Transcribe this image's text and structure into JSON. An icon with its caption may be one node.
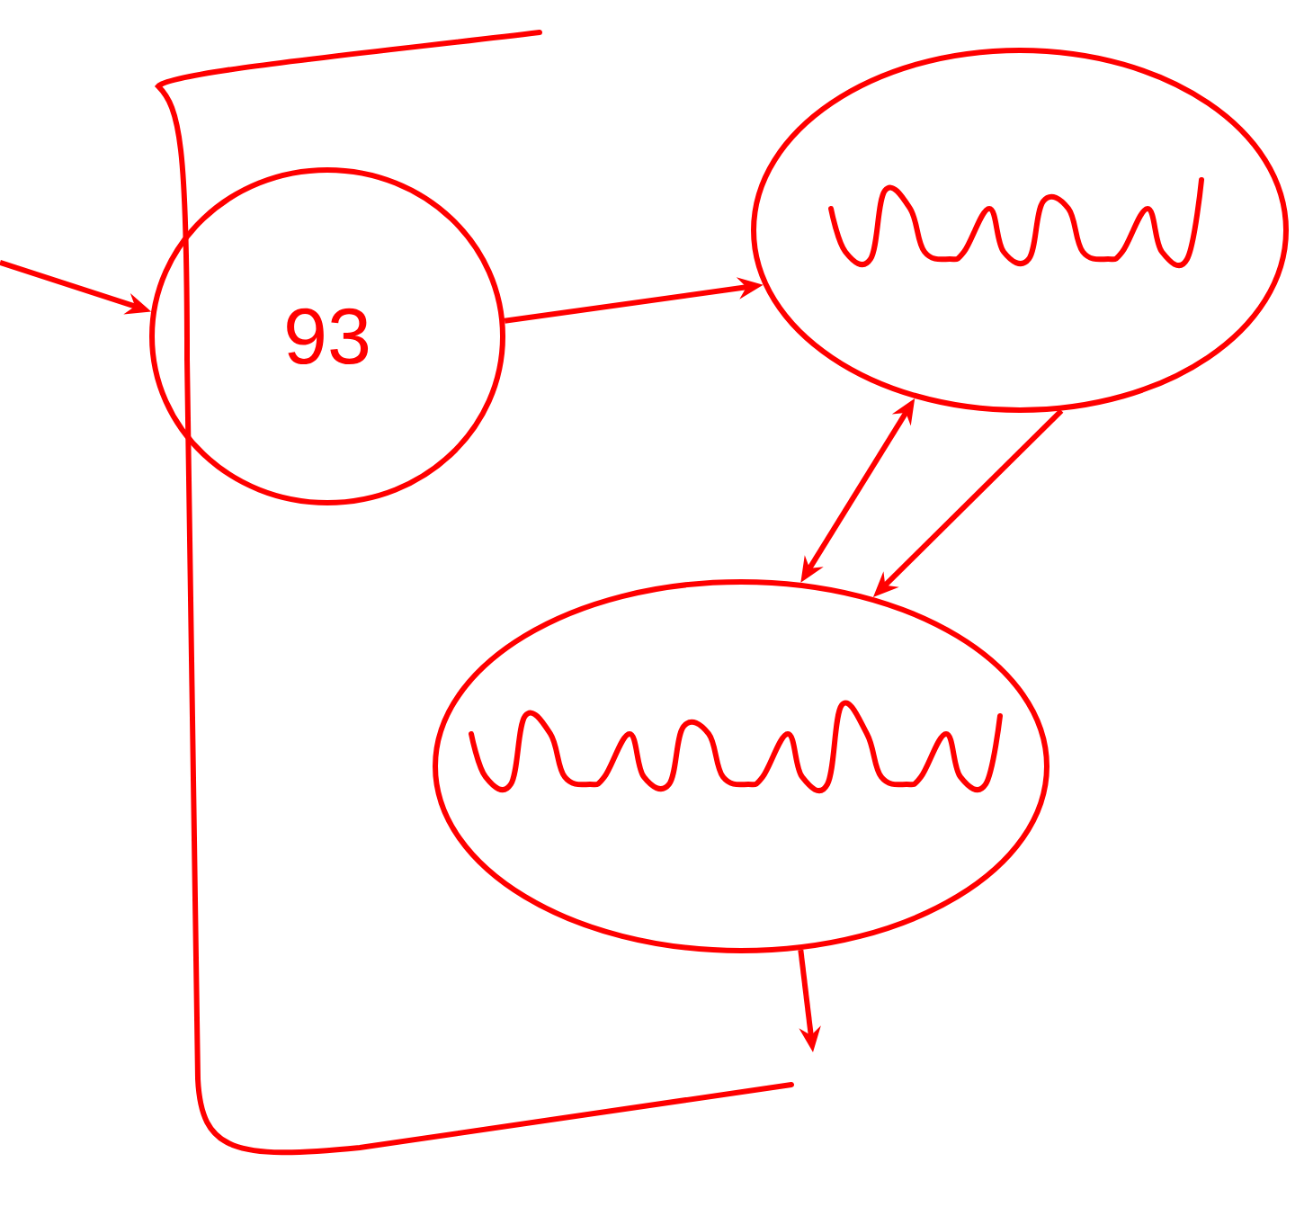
{
  "diagram": {
    "nodes": [
      {
        "text": [
          "93"
        ]
      },
      {
        "text": [],
        "shape": "ellipse"
      },
      {
        "text": [],
        "shape": "ellipse"
      }
    ],
    "edges": [
      {
        "from": null,
        "to": 0,
        "arrow": "to"
      },
      {
        "from": 0,
        "to": 1,
        "arrow": "to"
      },
      {
        "from": 1,
        "to": 2,
        "arrow": "both"
      },
      {
        "from": 1,
        "to": 2,
        "arrow": "to"
      },
      {
        "from": 2,
        "to": null,
        "arrow": "to"
      }
    ]
  }
}
